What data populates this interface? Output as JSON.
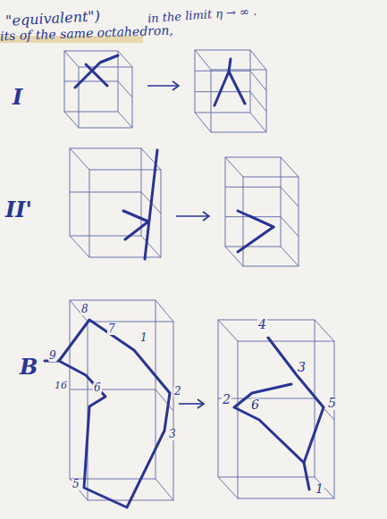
{
  "diagram": {
    "labels": [
      "\"equivalent\")",
      "its of the same octahedron,",
      "in the limit η → ∞ .",
      "I",
      "II'",
      "B",
      "8",
      "7",
      "1",
      "9",
      "16",
      "6",
      "2",
      "3",
      "5",
      "4",
      "3",
      "2",
      "6",
      "5",
      "1"
    ]
  }
}
